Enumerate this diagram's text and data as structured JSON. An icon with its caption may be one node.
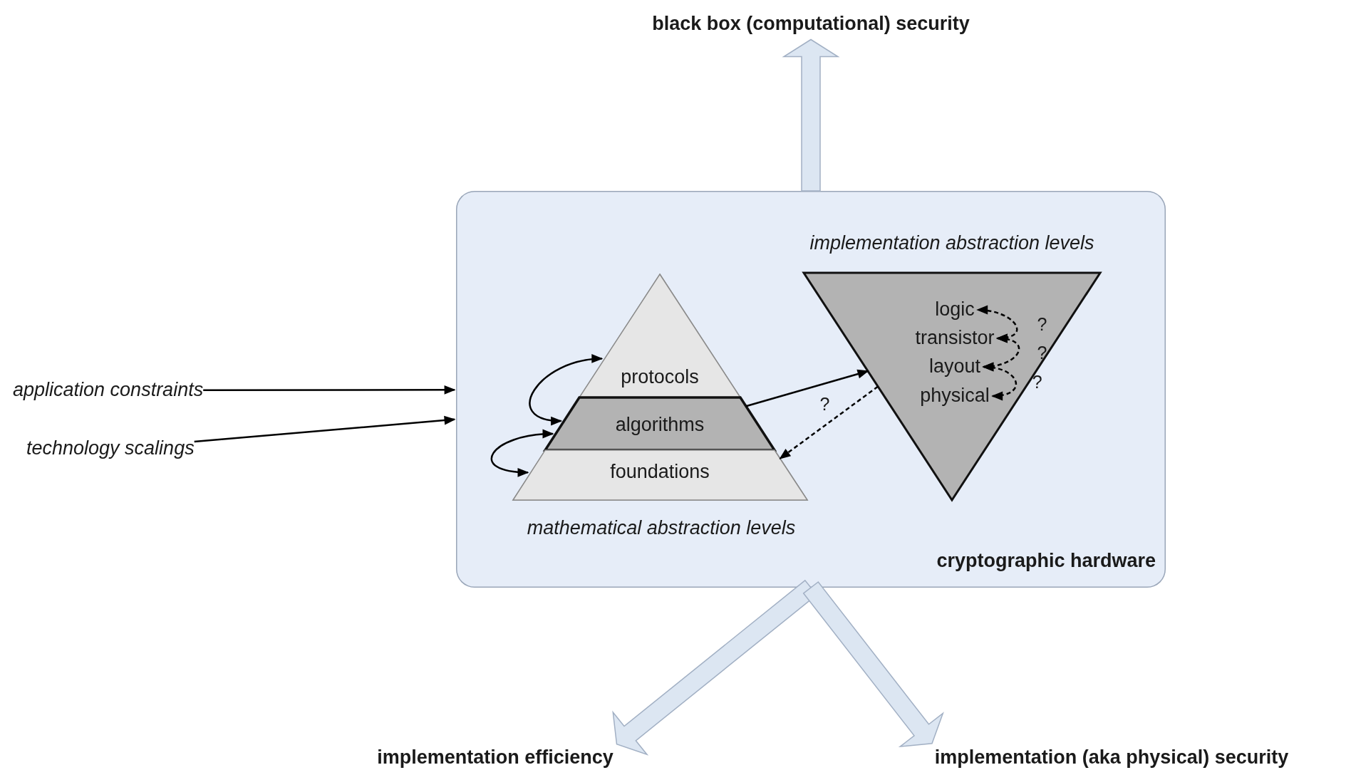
{
  "diagram": {
    "nodes": [
      {
        "text": [
          "cryptographic hardware"
        ]
      },
      {
        "text": [
          "black box (computational) security"
        ]
      },
      {
        "text": [
          "implementation efficiency"
        ]
      },
      {
        "text": [
          "implementation (aka physical) security"
        ]
      },
      {
        "text": [
          "application constraints"
        ]
      },
      {
        "text": [
          "technology scalings"
        ]
      },
      {
        "text": [
          "mathematical abstraction levels"
        ],
        "in": 0
      },
      {
        "text": [
          "protocols"
        ],
        "in": 6
      },
      {
        "text": [
          "algorithms"
        ],
        "in": 6
      },
      {
        "text": [
          "foundations"
        ],
        "in": 6
      },
      {
        "text": [
          "implementation abstraction levels"
        ],
        "in": 0
      },
      {
        "text": [
          "logic"
        ],
        "in": 10
      },
      {
        "text": [
          "transistor"
        ],
        "in": 10
      },
      {
        "text": [
          "layout"
        ],
        "in": 10
      },
      {
        "text": [
          "physical"
        ],
        "in": 10
      }
    ],
    "edges": [
      {
        "from": 0,
        "to": 1,
        "arrow": "to",
        "style": "thick",
        "color": "#dce6f2"
      },
      {
        "from": 0,
        "to": 2,
        "arrow": "to",
        "style": "thick",
        "color": "#dce6f2"
      },
      {
        "from": 0,
        "to": 3,
        "arrow": "to",
        "style": "thick",
        "color": "#dce6f2"
      },
      {
        "from": 4,
        "to": 0,
        "arrow": "to"
      },
      {
        "from": 5,
        "to": 0,
        "arrow": "to"
      },
      {
        "from": 8,
        "to": 10,
        "arrow": "to"
      },
      {
        "from": 10,
        "to": 9,
        "arrow": "to",
        "style": "dashed",
        "label": "?"
      },
      {
        "from": 7,
        "to": 8,
        "arrow": "both"
      },
      {
        "from": 8,
        "to": 9,
        "arrow": "both"
      },
      {
        "from": 12,
        "to": 11,
        "arrow": "both",
        "style": "dashed",
        "label": "?"
      },
      {
        "from": 13,
        "to": 12,
        "arrow": "both",
        "style": "dashed",
        "label": "?"
      },
      {
        "from": 14,
        "to": 13,
        "arrow": "both",
        "style": "dashed",
        "label": "?"
      }
    ]
  }
}
